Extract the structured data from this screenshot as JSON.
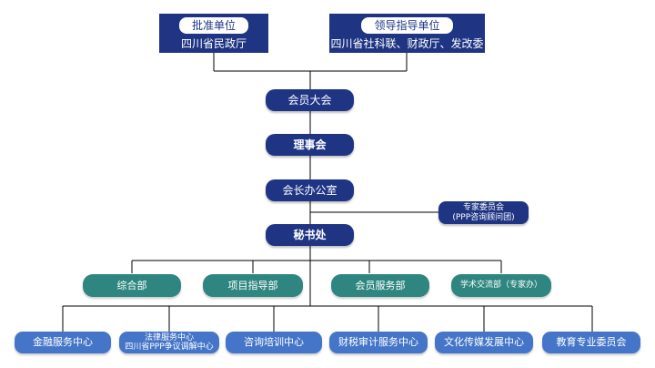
{
  "header": {
    "approval": {
      "title": "批准单位",
      "body": "四川省民政厅"
    },
    "guidance": {
      "title": "领导指导单位",
      "body": "四川省社科联、财政厅、发改委"
    }
  },
  "chain": {
    "members_assembly": "会员大会",
    "council": "理事会",
    "president_office": "会长办公室",
    "secretariat": "秘书处"
  },
  "expert_committee": {
    "line1": "专家委员会",
    "line2": "(PPP咨询顾问团)"
  },
  "departments": [
    "综合部",
    "项目指导部",
    "会员服务部",
    "学术交流部（专家办）"
  ],
  "centers": {
    "finance": "金融服务中心",
    "legal": {
      "line1": "法律服务中心",
      "line2": "四川省PPP争议调解中心"
    },
    "consulting": "咨询培训中心",
    "tax": "财税审计服务中心",
    "culture": "文化传媒发展中心",
    "education": "教育专业委员会"
  },
  "colors": {
    "navy": "#1f3584",
    "teal": "#2f8680",
    "blue": "#4575c8",
    "line": "#000000"
  }
}
